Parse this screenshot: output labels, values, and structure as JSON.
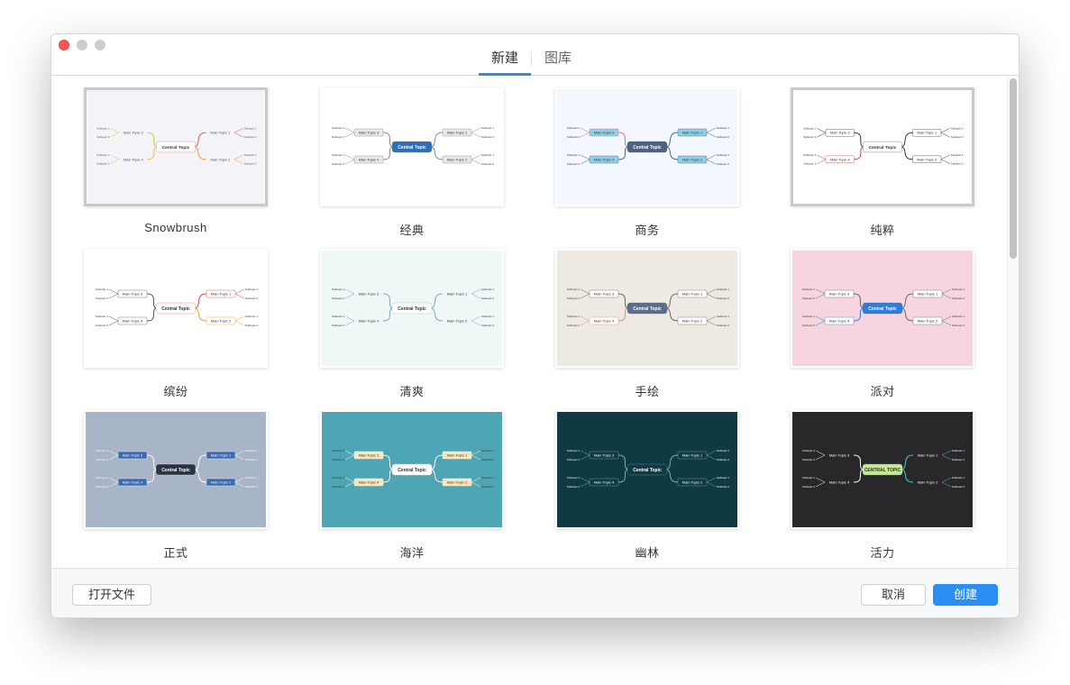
{
  "window": {
    "controls": [
      "close",
      "minimize",
      "maximize"
    ]
  },
  "tabs": [
    {
      "label": "新建",
      "active": true
    },
    {
      "label": "图库",
      "active": false
    }
  ],
  "thumb_text": {
    "central": "Central Topic",
    "central_upper": "CENTRAL TOPIC",
    "main": [
      "Main Topic 1",
      "Main Topic 2",
      "Main Topic 3",
      "Main Topic 4"
    ],
    "sub": [
      "Subtopic 1",
      "Subtopic 2"
    ]
  },
  "templates": [
    {
      "label": "Snowbrush",
      "selected": true,
      "colors": {
        "bg": "#f3f3f8",
        "central": "#ffffff",
        "ctext": "#333333",
        "main": "none",
        "mtext": "#555555",
        "lines": [
          "#e0534a",
          "#f09a3e",
          "#c8c848",
          "#e8c040"
        ]
      }
    },
    {
      "label": "经典",
      "selected": false,
      "colors": {
        "bg": "#ffffff",
        "central": "#2c6fb7",
        "ctext": "#ffffff",
        "main": "#e8e8e8",
        "mtext": "#333333",
        "lines": [
          "#888888",
          "#888888",
          "#888888",
          "#888888"
        ]
      }
    },
    {
      "label": "商务",
      "selected": false,
      "colors": {
        "bg": "#f2f8fd",
        "central": "#4d6180",
        "ctext": "#ffffff",
        "main": "#8fd0e8",
        "mtext": "#333333",
        "lines": [
          "#4d6180",
          "#4d6180",
          "#e67070",
          "#4d6180"
        ]
      }
    },
    {
      "label": "纯粹",
      "selected": true,
      "colors": {
        "bg": "#ffffff",
        "central": "#ffffff",
        "ctext": "#333333",
        "main": "#ffffff",
        "mtext": "#333333",
        "lines": [
          "#333333",
          "#333333",
          "#333333",
          "#d04040"
        ]
      }
    },
    {
      "label": "缤纷",
      "selected": false,
      "colors": {
        "bg": "#ffffff",
        "central": "#ffffff",
        "ctext": "#333333",
        "main": "#ffffff",
        "mtext": "#333333",
        "lines": [
          "#d04040",
          "#e8a020",
          "#555555",
          "#555555"
        ]
      }
    },
    {
      "label": "清爽",
      "selected": false,
      "colors": {
        "bg": "#eff8f6",
        "central": "#ffffff",
        "ctext": "#333333",
        "main": "none",
        "mtext": "#333333",
        "lines": [
          "#7aa8b8",
          "#7aa8b8",
          "#7aa8b8",
          "#7aa8b8"
        ]
      }
    },
    {
      "label": "手绘",
      "selected": false,
      "colors": {
        "bg": "#efe9e3",
        "central": "#5a6e8c",
        "ctext": "#ffffff",
        "main": "#ffffff",
        "mtext": "#333333",
        "lines": [
          "#666666",
          "#666666",
          "#666666",
          "#e0906a"
        ]
      }
    },
    {
      "label": "派对",
      "selected": false,
      "colors": {
        "bg": "#f6d5de",
        "central": "#2d7de0",
        "ctext": "#ffffff",
        "main": "#ffffff",
        "mtext": "#333333",
        "lines": [
          "#666666",
          "#666666",
          "#666666",
          "#2d7de0"
        ]
      }
    },
    {
      "label": "正式",
      "selected": false,
      "colors": {
        "bg": "#a8b4c8",
        "central": "#2b3445",
        "ctext": "#ffffff",
        "main": "#3a6ab0",
        "mtext": "#ffffff",
        "lines": [
          "#ffffff",
          "#ffffff",
          "#ffffff",
          "#ffffff"
        ]
      }
    },
    {
      "label": "海洋",
      "selected": false,
      "colors": {
        "bg": "#4ea5b4",
        "central": "#ffffff",
        "ctext": "#333333",
        "main": "#fbe5b8",
        "mtext": "#333333",
        "lines": [
          "#ffffff",
          "#ffffff",
          "#ffffff",
          "#ffffff"
        ]
      }
    },
    {
      "label": "幽林",
      "selected": false,
      "colors": {
        "bg": "#0f3a44",
        "central": "#0f3a44",
        "ctext": "#ffffff",
        "main": "#0f3a44",
        "mtext": "#ffffff",
        "lines": [
          "#7fb0b0",
          "#7fb0b0",
          "#7fb0b0",
          "#7fb0b0"
        ]
      }
    },
    {
      "label": "活力",
      "selected": false,
      "colors": {
        "bg": "#2a272b",
        "central": "#c8e890",
        "ctext": "#333333",
        "main": "none",
        "mtext": "#ffffff",
        "lines": [
          "#40d0c0",
          "#40d0c0",
          "#ffffff",
          "#ffffff"
        ]
      }
    }
  ],
  "footer": {
    "open_file": "打开文件",
    "cancel": "取消",
    "create": "创建"
  }
}
